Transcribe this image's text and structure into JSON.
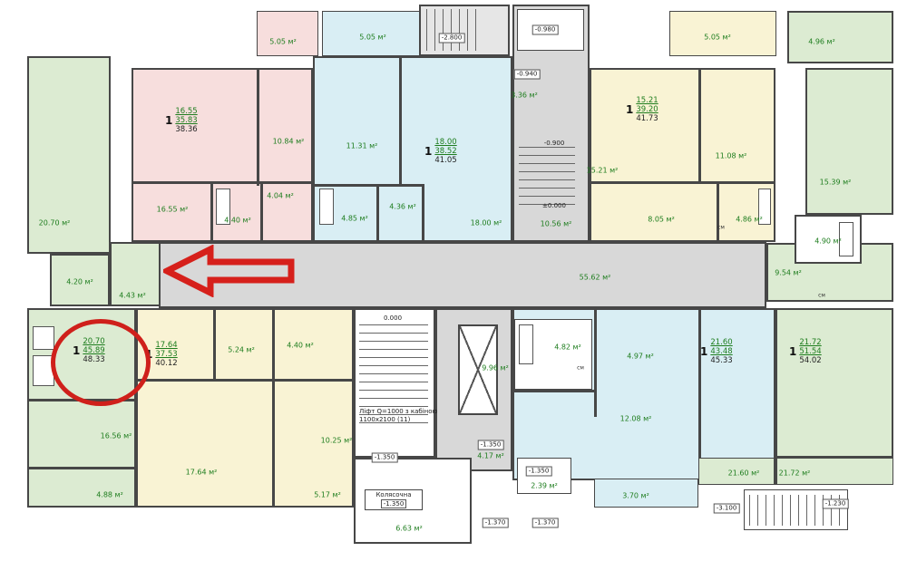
{
  "summaries": [
    {
      "num": "1",
      "living": "16.55",
      "area": "35.83",
      "total": "38.36"
    },
    {
      "num": "1",
      "living": "18.00",
      "area": "38.52",
      "total": "41.05"
    },
    {
      "num": "1",
      "living": "15.21",
      "area": "39.20",
      "total": "41.73"
    },
    {
      "num": "1",
      "living": "20.70",
      "area": "45.89",
      "total": "48.33"
    },
    {
      "num": "1",
      "living": "17.64",
      "area": "37.53",
      "total": "40.12"
    },
    {
      "num": "1",
      "living": "21.60",
      "area": "43.48",
      "total": "45.33"
    },
    {
      "num": "1",
      "living": "21.72",
      "area": "51.54",
      "total": "54.02"
    }
  ],
  "areas": [
    "5.05 м²",
    "5.05 м²",
    "5.05 м²",
    "4.96 м²",
    "10.84 м²",
    "16.55 м²",
    "4.40 м²",
    "4.04 м²",
    "11.31 м²",
    "4.85 м²",
    "4.36 м²",
    "18.00 м²",
    "3.36 м²",
    "10.56 м²",
    "15.21 м²",
    "11.08 м²",
    "8.05 м²",
    "4.86 м²",
    "15.39 м²",
    "4.90 м²",
    "9.54 м²",
    "20.70 м²",
    "4.20 м²",
    "4.43 м²",
    "55.62 м²",
    "16.56 м²",
    "4.88 м²",
    "5.24 м²",
    "4.40 м²",
    "10.25 м²",
    "17.64 м²",
    "5.17 м²",
    "9.96 м²",
    "4.17 м²",
    "6.63 м²",
    "4.82 м²",
    "4.97 м²",
    "12.08 м²",
    "2.39 м²",
    "3.70 м²",
    "21.60 м²",
    "21.72 м²"
  ],
  "elevations": [
    "-2.800",
    "-0.980",
    "-0.940",
    "-0.900",
    "±0.000",
    "0.000",
    "-1.350",
    "-1.350",
    "-1.350",
    "-1.370",
    "-1.370",
    "-3.100",
    "-1.230"
  ],
  "elevator": {
    "line1": "Ліфт Q=1000 з кабіною",
    "line2": "1100x2100 (11)"
  },
  "stroller": {
    "name": "Колясочна",
    "level": "-1.350"
  },
  "cm": "см",
  "annotation_colors": {
    "arrow": "#d6201b",
    "circle": "#cf201b"
  }
}
